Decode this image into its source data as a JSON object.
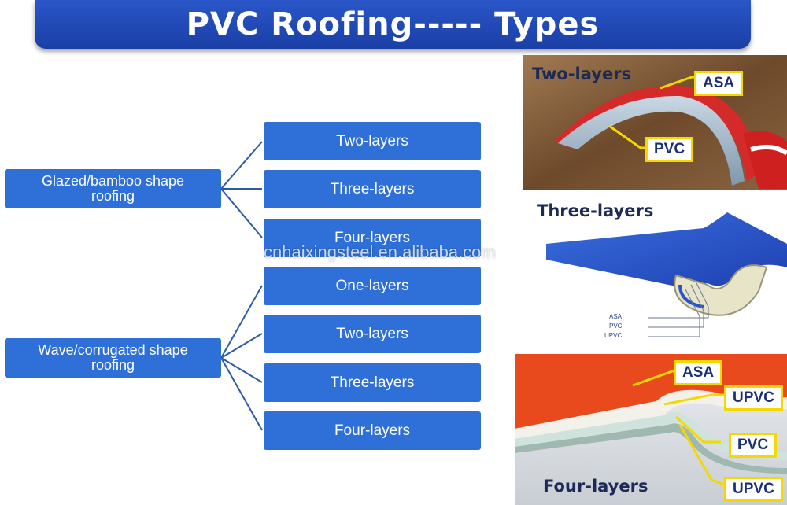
{
  "title": "PVC Roofing----- Types",
  "categories": [
    {
      "label": "Glazed/bamboo shape roofing",
      "types": [
        "Two-layers",
        "Three-layers",
        "Four-layers"
      ]
    },
    {
      "label": "Wave/corrugated shape roofing",
      "types": [
        "One-layers",
        "Two-layers",
        "Three-layers",
        "Four-layers"
      ]
    }
  ],
  "photos": {
    "two_layers": {
      "heading": "Two-layers",
      "tags": [
        "ASA",
        "PVC"
      ]
    },
    "three_layers": {
      "heading": "Three-layers",
      "legend": [
        "ASA",
        "PVC",
        "UPVC"
      ]
    },
    "four_layers": {
      "heading": "Four-layers",
      "tags": [
        "ASA",
        "UPVC",
        "PVC",
        "UPVC"
      ]
    }
  },
  "watermark": "cnhaixingsteel.en.alibaba.com",
  "colors": {
    "banner": "#1f48b8",
    "box": "#2e6fd8",
    "connector": "#2c5aa8",
    "callout": "#f5d800"
  }
}
